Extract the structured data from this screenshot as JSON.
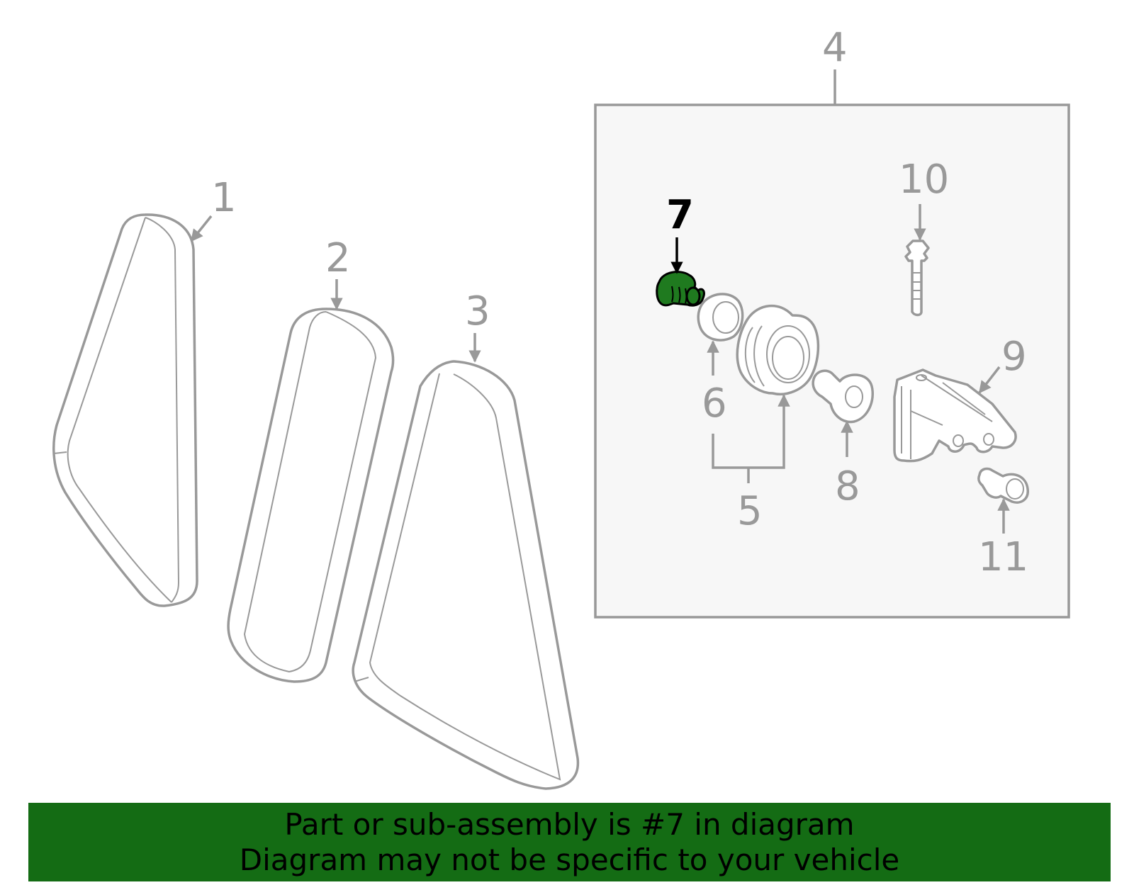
{
  "diagram": {
    "highlighted_part": "7",
    "callouts": {
      "c1": "1",
      "c2": "2",
      "c3": "3",
      "c4": "4",
      "c5": "5",
      "c6": "6",
      "c7": "7",
      "c8": "8",
      "c9": "9",
      "c10": "10",
      "c11": "11"
    }
  },
  "banner": {
    "line1": "Part or sub-assembly is #7 in diagram",
    "line2": "Diagram may not be specific to your vehicle"
  },
  "colors": {
    "banner_bg": "#146c14",
    "highlight_fill": "#1f7a1f",
    "line_gray": "#999999",
    "assembly_box_bg": "#f7f7f7"
  }
}
